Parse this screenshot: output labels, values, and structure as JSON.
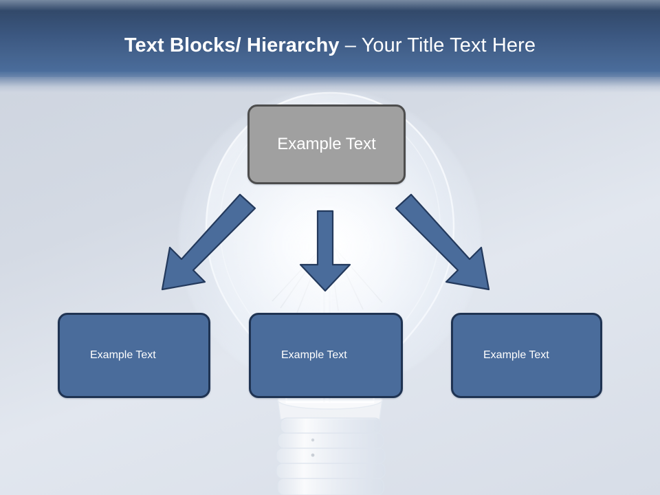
{
  "slide": {
    "title": {
      "bold_part": "Text Blocks/ Hierarchy ",
      "regular_part": "– Your Title Text Here"
    },
    "background": {
      "image_name": "lightbulb-photo",
      "page_color_start": "#ccd3de",
      "page_color_end": "#e2e7ef"
    },
    "header": {
      "color_top": "#2c4361",
      "color_bottom": "#4f729f"
    }
  },
  "diagram": {
    "type": "hierarchy",
    "accent_color": "#4a6c9b",
    "accent_border": "#1f3352",
    "parent": {
      "label": "Example Text",
      "fill": "#a0a0a0",
      "border": "#4d4d4d",
      "text_color": "#ffffff"
    },
    "children": [
      {
        "label": "Example Text",
        "fill": "#4a6c9b",
        "border": "#1f3352",
        "text_color": "#ffffff"
      },
      {
        "label": "Example Text",
        "fill": "#4a6c9b",
        "border": "#1f3352",
        "text_color": "#ffffff"
      },
      {
        "label": "Example Text",
        "fill": "#4a6c9b",
        "border": "#1f3352",
        "text_color": "#ffffff"
      }
    ],
    "connectors": [
      {
        "name": "arrow-down-left",
        "direction": "down-left"
      },
      {
        "name": "arrow-down",
        "direction": "down"
      },
      {
        "name": "arrow-down-right",
        "direction": "down-right"
      }
    ]
  }
}
